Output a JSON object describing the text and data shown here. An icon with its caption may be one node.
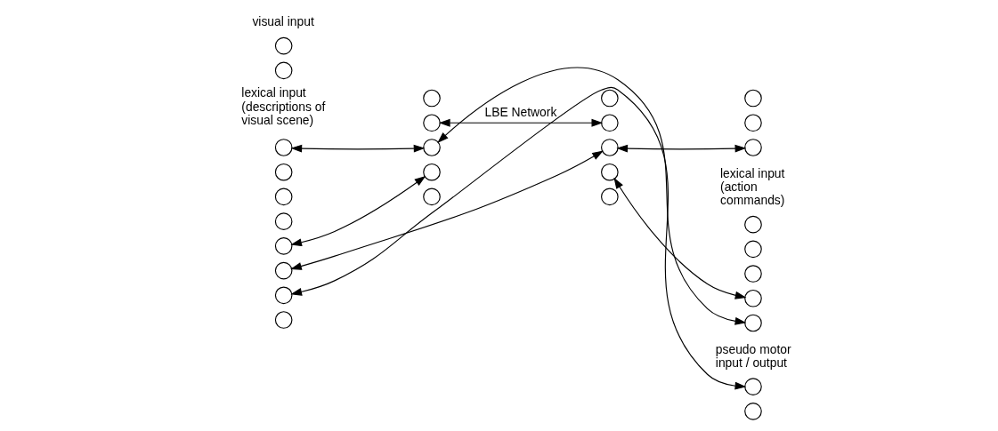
{
  "diagram": {
    "nodes": [
      {
        "text": [],
        "shape": "circle"
      },
      {
        "text": [],
        "shape": "circle"
      },
      {
        "text": [],
        "shape": "circle"
      },
      {
        "text": [],
        "shape": "circle"
      },
      {
        "text": [],
        "shape": "circle"
      },
      {
        "text": [],
        "shape": "circle"
      },
      {
        "text": [],
        "shape": "circle"
      },
      {
        "text": [],
        "shape": "circle"
      },
      {
        "text": [],
        "shape": "circle"
      },
      {
        "text": [],
        "shape": "circle"
      },
      {
        "text": [],
        "shape": "circle"
      },
      {
        "text": [],
        "shape": "circle"
      },
      {
        "text": [],
        "shape": "circle"
      },
      {
        "text": [],
        "shape": "circle"
      },
      {
        "text": [],
        "shape": "circle"
      },
      {
        "text": [],
        "shape": "circle"
      },
      {
        "text": [],
        "shape": "circle"
      },
      {
        "text": [],
        "shape": "circle"
      },
      {
        "text": [],
        "shape": "circle"
      },
      {
        "text": [],
        "shape": "circle"
      },
      {
        "text": [],
        "shape": "circle"
      },
      {
        "text": [],
        "shape": "circle"
      },
      {
        "text": [],
        "shape": "circle"
      },
      {
        "text": [],
        "shape": "circle"
      },
      {
        "text": [],
        "shape": "circle"
      },
      {
        "text": [],
        "shape": "circle"
      },
      {
        "text": [],
        "shape": "circle"
      },
      {
        "text": [],
        "shape": "circle"
      },
      {
        "text": [],
        "shape": "circle"
      },
      {
        "text": [],
        "shape": "circle"
      }
    ],
    "edges": [
      {
        "from": 1,
        "to": 6,
        "arrow": "both"
      },
      {
        "from": 12,
        "to": 2,
        "arrow": "both"
      },
      {
        "from": 21,
        "to": 3,
        "arrow": "both"
      },
      {
        "from": 22,
        "to": 7,
        "arrow": "both"
      },
      {
        "from": 7,
        "to": 17,
        "arrow": "both"
      },
      {
        "from": 8,
        "to": 26,
        "arrow": "both"
      },
      {
        "from": 2,
        "to": 27,
        "arrow": "both"
      },
      {
        "from": 23,
        "to": 28,
        "arrow": "both",
        "label": "LBE Network"
      }
    ],
    "labels": [
      "lexical input (descriptions of visual scene)",
      "lexical input (action commands)",
      "visual input",
      "pseudo motor input / output"
    ]
  }
}
